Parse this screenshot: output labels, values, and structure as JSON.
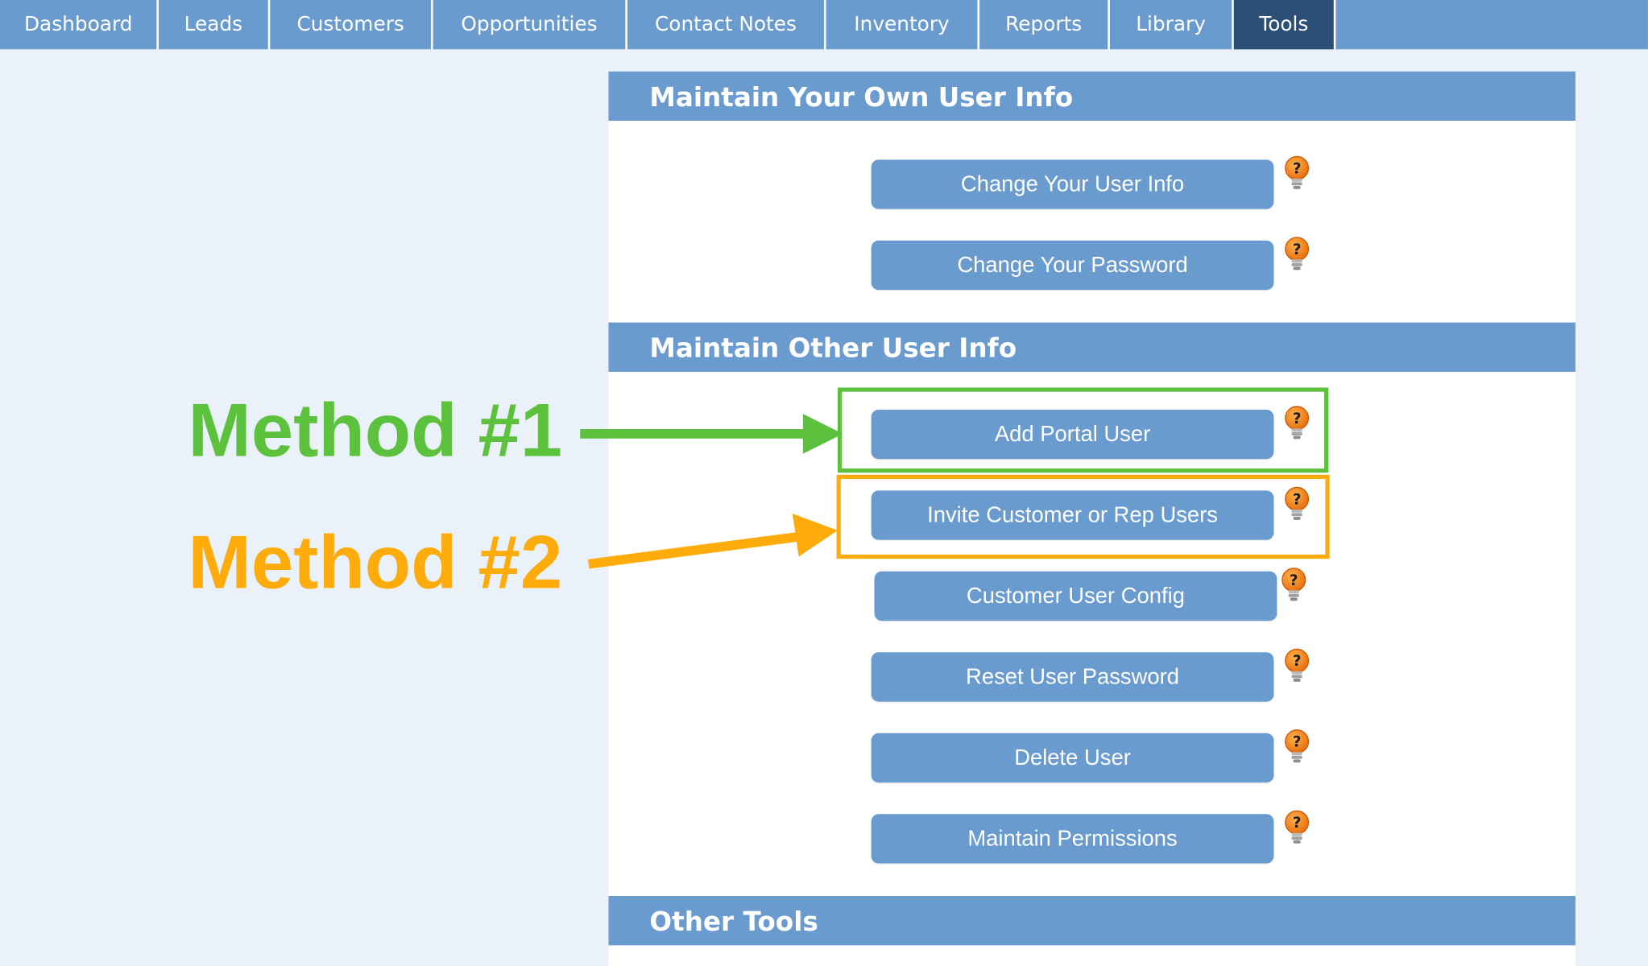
{
  "nav": {
    "tabs": [
      {
        "label": "Dashboard"
      },
      {
        "label": "Leads"
      },
      {
        "label": "Customers"
      },
      {
        "label": "Opportunities"
      },
      {
        "label": "Contact Notes"
      },
      {
        "label": "Inventory"
      },
      {
        "label": "Reports"
      },
      {
        "label": "Library"
      },
      {
        "label": "Tools"
      }
    ],
    "active_tab": "Tools"
  },
  "sections": {
    "own_user": {
      "title": "Maintain Your Own User Info",
      "buttons": [
        {
          "label": "Change Your User Info"
        },
        {
          "label": "Change Your Password"
        }
      ]
    },
    "other_user": {
      "title": "Maintain Other User Info",
      "buttons": [
        {
          "label": "Add Portal User"
        },
        {
          "label": "Invite Customer or Rep Users"
        },
        {
          "label": "Customer User Config"
        },
        {
          "label": "Reset User Password"
        },
        {
          "label": "Delete User"
        },
        {
          "label": "Maintain Permissions"
        }
      ]
    },
    "other_tools": {
      "title": "Other Tools"
    }
  },
  "annotations": {
    "method1": {
      "label": "Method #1",
      "color": "#5cc23d"
    },
    "method2": {
      "label": "Method #2",
      "color": "#fdac0c"
    }
  },
  "icons": {
    "help": "help-bulb-icon"
  },
  "colors": {
    "nav_bg": "#6a9bcf",
    "nav_active": "#2c4f76",
    "page_bg": "#eaf1f9",
    "button_bg": "#6a9bcf",
    "help_orange": "#f07f1a"
  }
}
